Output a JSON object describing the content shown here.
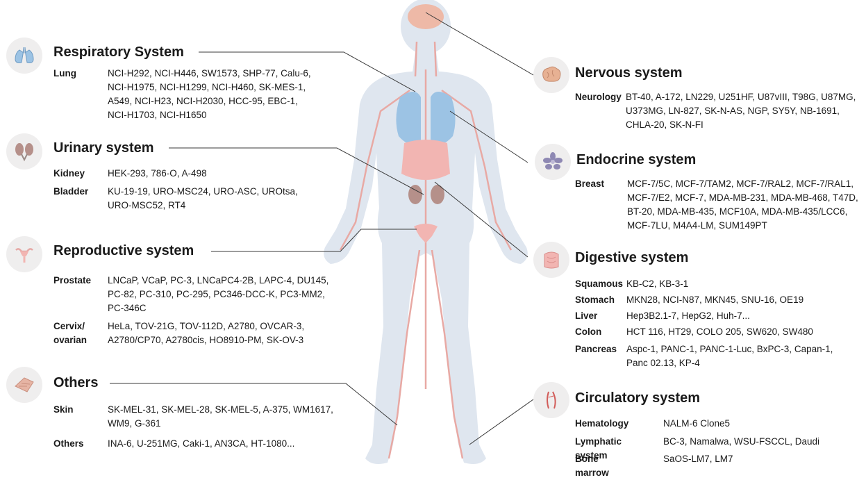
{
  "left": {
    "respiratory": {
      "title": "Respiratory System",
      "icon": "lungs-icon",
      "rows": [
        {
          "label": "Lung",
          "lines": [
            "NCI-H292, NCI-H446, SW1573, SHP-77, Calu-6,",
            "NCI-H1975, NCI-H1299, NCI-H460, SK-MES-1,",
            "A549, NCI-H23, NCI-H2030, HCC-95, EBC-1,",
            "NCI-H1703, NCI-H1650"
          ]
        }
      ]
    },
    "urinary": {
      "title": "Urinary system",
      "icon": "kidneys-icon",
      "rows": [
        {
          "label": "Kidney",
          "lines": [
            "HEK-293, 786-O, A-498"
          ]
        },
        {
          "label": "Bladder",
          "lines": [
            "KU-19-19, URO-MSC24, URO-ASC, UROtsa,",
            "URO-MSC52, RT4"
          ]
        }
      ]
    },
    "reproductive": {
      "title": "Reproductive system",
      "icon": "uterus-icon",
      "rows": [
        {
          "label": "Prostate",
          "lines": [
            "LNCaP, VCaP, PC-3, LNCaPC4-2B, LAPC-4, DU145,",
            "PC-82, PC-310, PC-295, PC346-DCC-K, PC3-MM2,",
            "PC-346C"
          ]
        },
        {
          "label": "Cervix/\novarian",
          "lines": [
            "HeLa, TOV-21G, TOV-112D, A2780, OVCAR-3,",
            "A2780/CP70, A2780cis, HO8910-PM, SK-OV-3"
          ]
        }
      ]
    },
    "others": {
      "title": "Others",
      "icon": "skin-icon",
      "rows": [
        {
          "label": "Skin",
          "lines": [
            "SK-MEL-31, SK-MEL-28, SK-MEL-5, A-375, WM1617,",
            "WM9, G-361"
          ]
        },
        {
          "label": "Others",
          "lines": [
            "INA-6, U-251MG, Caki-1, AN3CA, HT-1080..."
          ]
        }
      ]
    }
  },
  "right": {
    "nervous": {
      "title": "Nervous system",
      "icon": "brain-icon",
      "rows": [
        {
          "label": "Neurology",
          "lines": [
            "BT-40, A-172, LN229, U251HF, U87vIII, T98G, U87MG,",
            "U373MG, LN-827, SK-N-AS, NGP, SY5Y, NB-1691,",
            "CHLA-20, SK-N-FI"
          ]
        }
      ]
    },
    "endocrine": {
      "title": "Endocrine system",
      "icon": "breast-gland-icon",
      "rows": [
        {
          "label": "Breast",
          "lines": [
            "MCF-7/5C, MCF-7/TAM2, MCF-7/RAL2, MCF-7/RAL1,",
            "MCF-7/E2, MCF-7, MDA-MB-231, MDA-MB-468, T47D,",
            "BT-20, MDA-MB-435, MCF10A, MDA-MB-435/LCC6,",
            "MCF-7LU, M4A4-LM, SUM149PT"
          ]
        }
      ]
    },
    "digestive": {
      "title": "Digestive system",
      "icon": "intestine-icon",
      "rows": [
        {
          "label": "Squamous",
          "lines": [
            "KB-C2, KB-3-1"
          ]
        },
        {
          "label": "Stomach",
          "lines": [
            "MKN28, NCI-N87, MKN45, SNU-16, OE19"
          ]
        },
        {
          "label": "Liver",
          "lines": [
            "Hep3B2.1-7, HepG2, Huh-7..."
          ]
        },
        {
          "label": "Colon",
          "lines": [
            "HCT 116, HT29, COLO 205, SW620, SW480"
          ]
        },
        {
          "label": "Pancreas",
          "lines": [
            "Aspc-1, PANC-1, PANC-1-Luc, BxPC-3, Capan-1,",
            "Panc 02.13, KP-4"
          ]
        }
      ]
    },
    "circulatory": {
      "title": "Circulatory system",
      "icon": "vessel-icon",
      "rows": [
        {
          "label": "Hematology",
          "lines": [
            "NALM-6 Clone5"
          ]
        },
        {
          "label": "Lymphatic system",
          "lines": [
            "BC-3, Namalwa, WSU-FSCCL, Daudi"
          ]
        },
        {
          "label": "Bone marrow",
          "lines": [
            "SaOS-LM7, LM7"
          ]
        }
      ]
    }
  },
  "colors": {
    "body_fill": "#dfe6ef",
    "vessel": "#e8a9a4",
    "lung": "#9cc3e4",
    "intestine": "#f2b5b2",
    "kidney": "#b5908a",
    "brain": "#eeb9a7",
    "icon_bg": "#efeeee"
  }
}
